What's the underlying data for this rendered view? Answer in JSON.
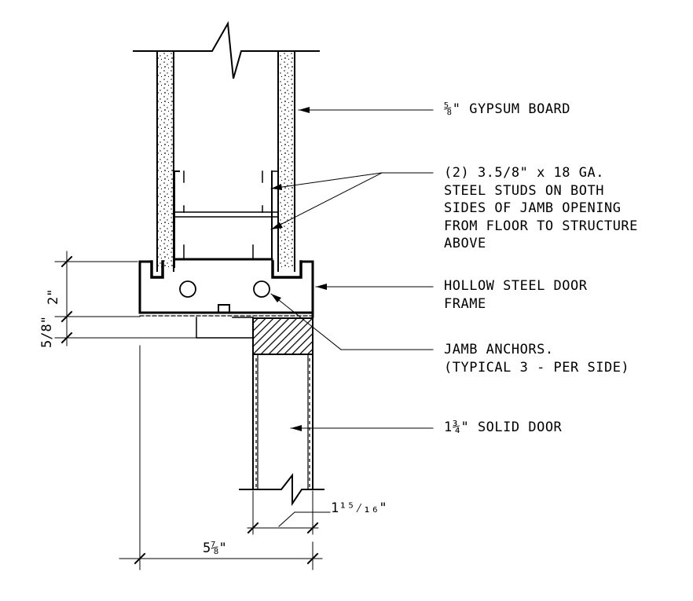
{
  "callouts": {
    "gypsum_board": "⅝\" GYPSUM BOARD",
    "steel_studs": [
      "(2) 3.5/8\" x 18 GA.",
      "STEEL STUDS ON BOTH",
      "SIDES OF JAMB OPENING",
      "FROM FLOOR TO STRUCTURE",
      "ABOVE"
    ],
    "door_frame": [
      "HOLLOW STEEL DOOR",
      "FRAME"
    ],
    "jamb_anchors": [
      "JAMB ANCHORS.",
      "(TYPICAL 3 - PER SIDE)"
    ],
    "solid_door": "1¾\" SOLID DOOR"
  },
  "dimensions": {
    "frame_depth": "2\"",
    "stop_depth": "5/8\"",
    "door_thickness": "1¹⁵⁄₁₆\"",
    "frame_width": "5⅞\""
  }
}
